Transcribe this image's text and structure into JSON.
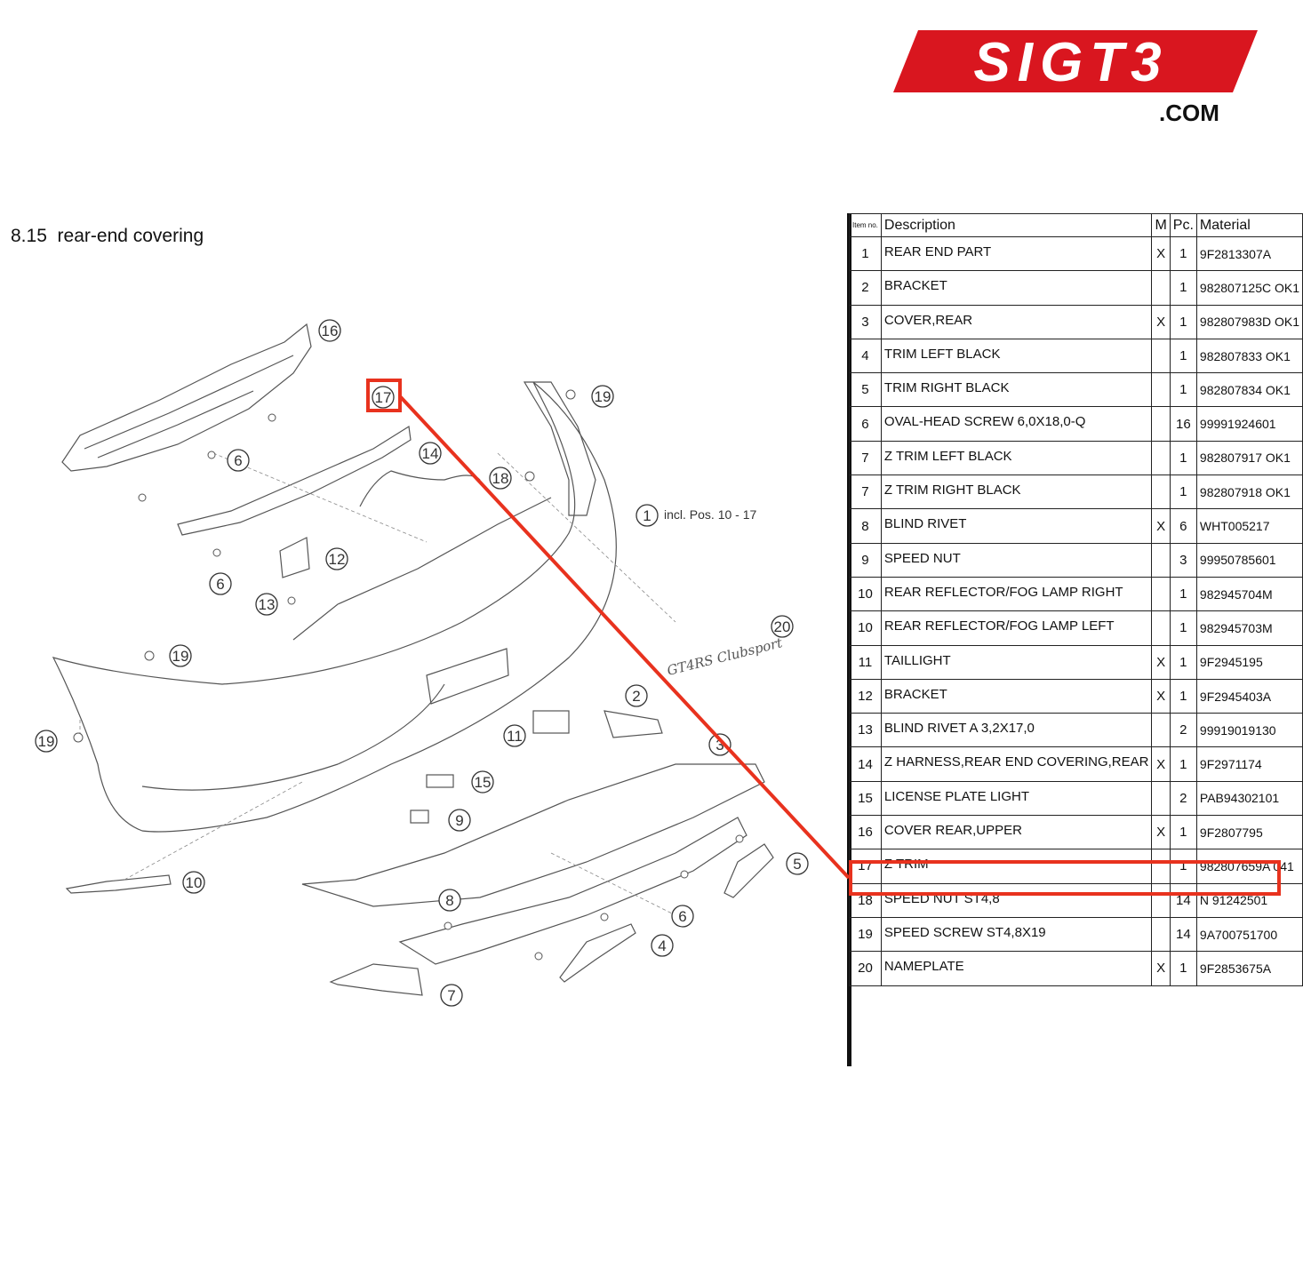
{
  "brand": {
    "logo_text": "SIGT3",
    "domain_suffix": ".COM",
    "accent_color": "#d9161f"
  },
  "section": {
    "number": "8.15",
    "title": "rear-end covering"
  },
  "diagram": {
    "note_1": "incl. Pos. 10 - 17",
    "badge_text": "GT4RS Clubsport",
    "callouts": [
      "16",
      "17",
      "19",
      "6",
      "14",
      "18",
      "1",
      "12",
      "6",
      "13",
      "20",
      "19",
      "19",
      "2",
      "11",
      "3",
      "15",
      "9",
      "10",
      "5",
      "8",
      "6",
      "4",
      "7"
    ]
  },
  "table": {
    "headers": {
      "item": "Item no.",
      "description": "Description",
      "m": "M",
      "pc": "Pc.",
      "material": "Material"
    },
    "rows": [
      {
        "item": "1",
        "description": "REAR END PART",
        "m": "X",
        "pc": "1",
        "material": "9F2813307A"
      },
      {
        "item": "2",
        "description": "BRACKET",
        "m": "",
        "pc": "1",
        "material": "982807125C OK1"
      },
      {
        "item": "3",
        "description": "COVER,REAR",
        "m": "X",
        "pc": "1",
        "material": "982807983D OK1"
      },
      {
        "item": "4",
        "description": "TRIM LEFT BLACK",
        "m": "",
        "pc": "1",
        "material": "982807833 OK1"
      },
      {
        "item": "5",
        "description": "TRIM RIGHT BLACK",
        "m": "",
        "pc": "1",
        "material": "982807834 OK1"
      },
      {
        "item": "6",
        "description": "OVAL-HEAD SCREW 6,0X18,0-Q",
        "m": "",
        "pc": "16",
        "material": "99991924601"
      },
      {
        "item": "7",
        "description": "Z TRIM LEFT BLACK",
        "m": "",
        "pc": "1",
        "material": "982807917 OK1"
      },
      {
        "item": "7",
        "description": "Z TRIM RIGHT BLACK",
        "m": "",
        "pc": "1",
        "material": "982807918 OK1"
      },
      {
        "item": "8",
        "description": "BLIND RIVET",
        "m": "X",
        "pc": "6",
        "material": "WHT005217"
      },
      {
        "item": "9",
        "description": "SPEED NUT",
        "m": "",
        "pc": "3",
        "material": "99950785601"
      },
      {
        "item": "10",
        "description": "REAR REFLECTOR/FOG LAMP RIGHT",
        "m": "",
        "pc": "1",
        "material": "982945704M"
      },
      {
        "item": "10",
        "description": "REAR REFLECTOR/FOG LAMP LEFT",
        "m": "",
        "pc": "1",
        "material": "982945703M"
      },
      {
        "item": "11",
        "description": "TAILLIGHT",
        "m": "X",
        "pc": "1",
        "material": "9F2945195"
      },
      {
        "item": "12",
        "description": "BRACKET",
        "m": "X",
        "pc": "1",
        "material": "9F2945403A"
      },
      {
        "item": "13",
        "description": "BLIND RIVET A 3,2X17,0",
        "m": "",
        "pc": "2",
        "material": "99919019130"
      },
      {
        "item": "14",
        "description": "Z HARNESS,REAR END COVERING,REAR",
        "m": "X",
        "pc": "1",
        "material": "9F2971174"
      },
      {
        "item": "15",
        "description": "LICENSE PLATE LIGHT",
        "m": "",
        "pc": "2",
        "material": "PAB94302101"
      },
      {
        "item": "16",
        "description": "COVER REAR,UPPER",
        "m": "X",
        "pc": "1",
        "material": "9F2807795"
      },
      {
        "item": "17",
        "description": "Z TRIM",
        "m": "",
        "pc": "1",
        "material": "982807659A 041"
      },
      {
        "item": "18",
        "description": "SPEED NUT ST4,8",
        "m": "",
        "pc": "14",
        "material": "N 91242501"
      },
      {
        "item": "19",
        "description": "SPEED SCREW ST4,8X19",
        "m": "",
        "pc": "14",
        "material": "9A700751700"
      },
      {
        "item": "20",
        "description": "NAMEPLATE",
        "m": "X",
        "pc": "1",
        "material": "9F2853675A"
      }
    ],
    "highlighted_item": "17",
    "highlight_color": "#e8321e"
  }
}
